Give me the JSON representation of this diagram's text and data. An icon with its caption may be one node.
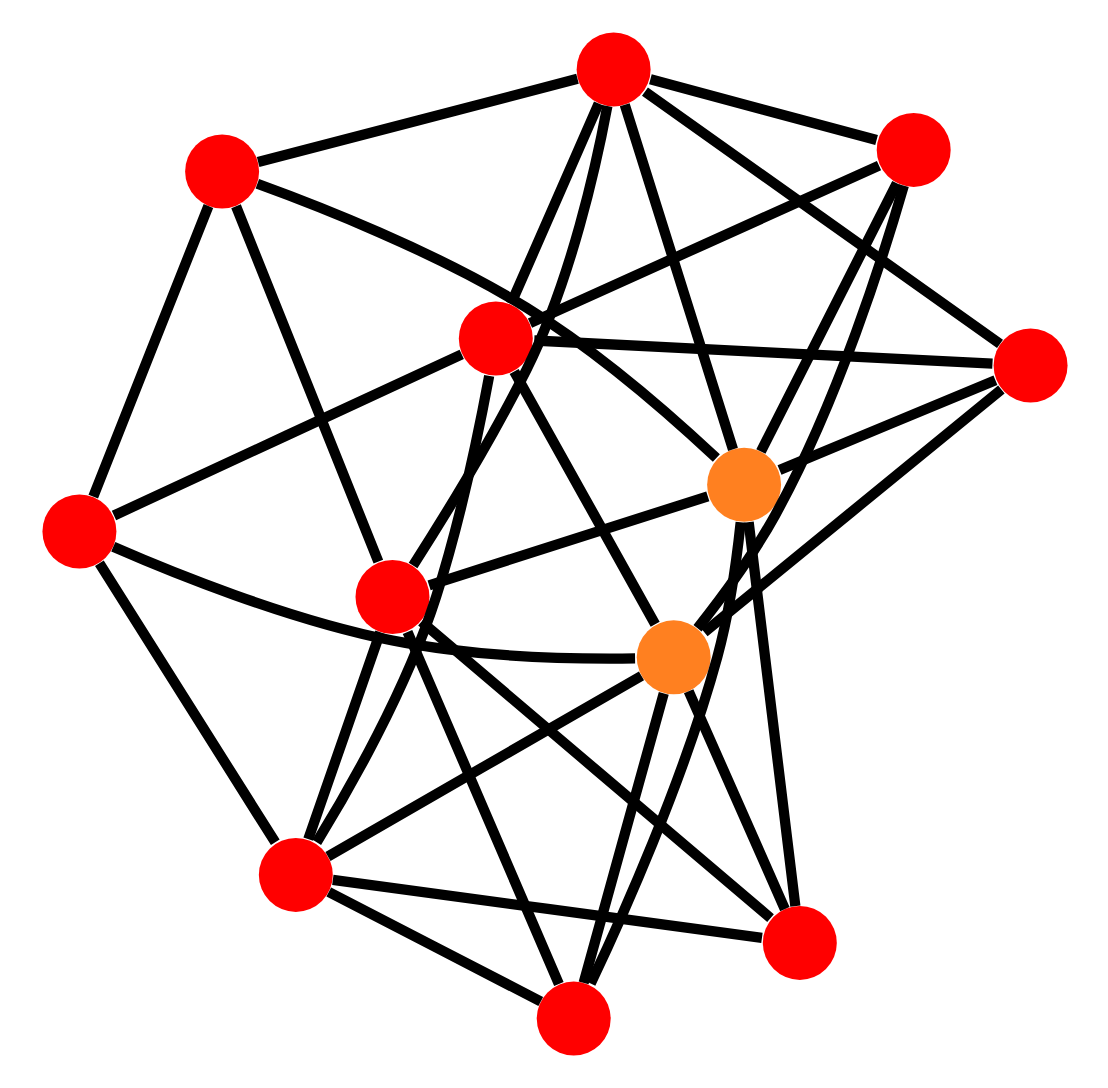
{
  "diagram": {
    "nodes": [
      {
        "text": [],
        "shape": "circle"
      },
      {
        "text": [],
        "shape": "circle"
      },
      {
        "text": [],
        "shape": "circle"
      },
      {
        "text": [],
        "shape": "circle"
      },
      {
        "text": [],
        "shape": "circle"
      },
      {
        "text": [],
        "shape": "circle"
      },
      {
        "text": [],
        "shape": "circle"
      },
      {
        "text": [],
        "shape": "circle"
      },
      {
        "text": [],
        "shape": "circle"
      },
      {
        "text": [],
        "shape": "circle"
      },
      {
        "text": [],
        "shape": "circle"
      },
      {
        "text": [],
        "shape": "circle"
      }
    ],
    "edges": [
      {
        "from": 0,
        "to": 1,
        "arrow": "none"
      },
      {
        "from": 0,
        "to": 2,
        "arrow": "none"
      },
      {
        "from": 0,
        "to": 3,
        "arrow": "none"
      },
      {
        "from": 0,
        "to": 4,
        "arrow": "none"
      },
      {
        "from": 0,
        "to": 10,
        "arrow": "none"
      },
      {
        "from": 0,
        "to": 5,
        "arrow": "none"
      },
      {
        "from": 1,
        "to": 2,
        "arrow": "none"
      },
      {
        "from": 1,
        "to": 3,
        "arrow": "none"
      },
      {
        "from": 1,
        "to": 6,
        "arrow": "none"
      },
      {
        "from": 1,
        "to": 11,
        "arrow": "none"
      },
      {
        "from": 1,
        "to": 7,
        "arrow": "none"
      },
      {
        "from": 2,
        "to": 4,
        "arrow": "none"
      },
      {
        "from": 2,
        "to": 7,
        "arrow": "none"
      },
      {
        "from": 3,
        "to": 4,
        "arrow": "none"
      },
      {
        "from": 3,
        "to": 7,
        "arrow": "none"
      },
      {
        "from": 4,
        "to": 5,
        "arrow": "none"
      },
      {
        "from": 5,
        "to": 6,
        "arrow": "none"
      },
      {
        "from": 6,
        "to": 7,
        "arrow": "none"
      },
      {
        "from": 4,
        "to": 10,
        "arrow": "none"
      },
      {
        "from": 4,
        "to": 8,
        "arrow": "none"
      },
      {
        "from": 4,
        "to": 9,
        "arrow": "none"
      },
      {
        "from": 5,
        "to": 10,
        "arrow": "none"
      },
      {
        "from": 6,
        "to": 11,
        "arrow": "none"
      },
      {
        "from": 7,
        "to": 8,
        "arrow": "none"
      },
      {
        "from": 7,
        "to": 9,
        "arrow": "none"
      },
      {
        "from": 7,
        "to": 11,
        "arrow": "none"
      },
      {
        "from": 8,
        "to": 10,
        "arrow": "none"
      },
      {
        "from": 8,
        "to": 11,
        "arrow": "none"
      },
      {
        "from": 9,
        "to": 10,
        "arrow": "none"
      },
      {
        "from": 9,
        "to": 11,
        "arrow": "none"
      },
      {
        "from": 10,
        "to": 11,
        "arrow": "none"
      }
    ]
  }
}
